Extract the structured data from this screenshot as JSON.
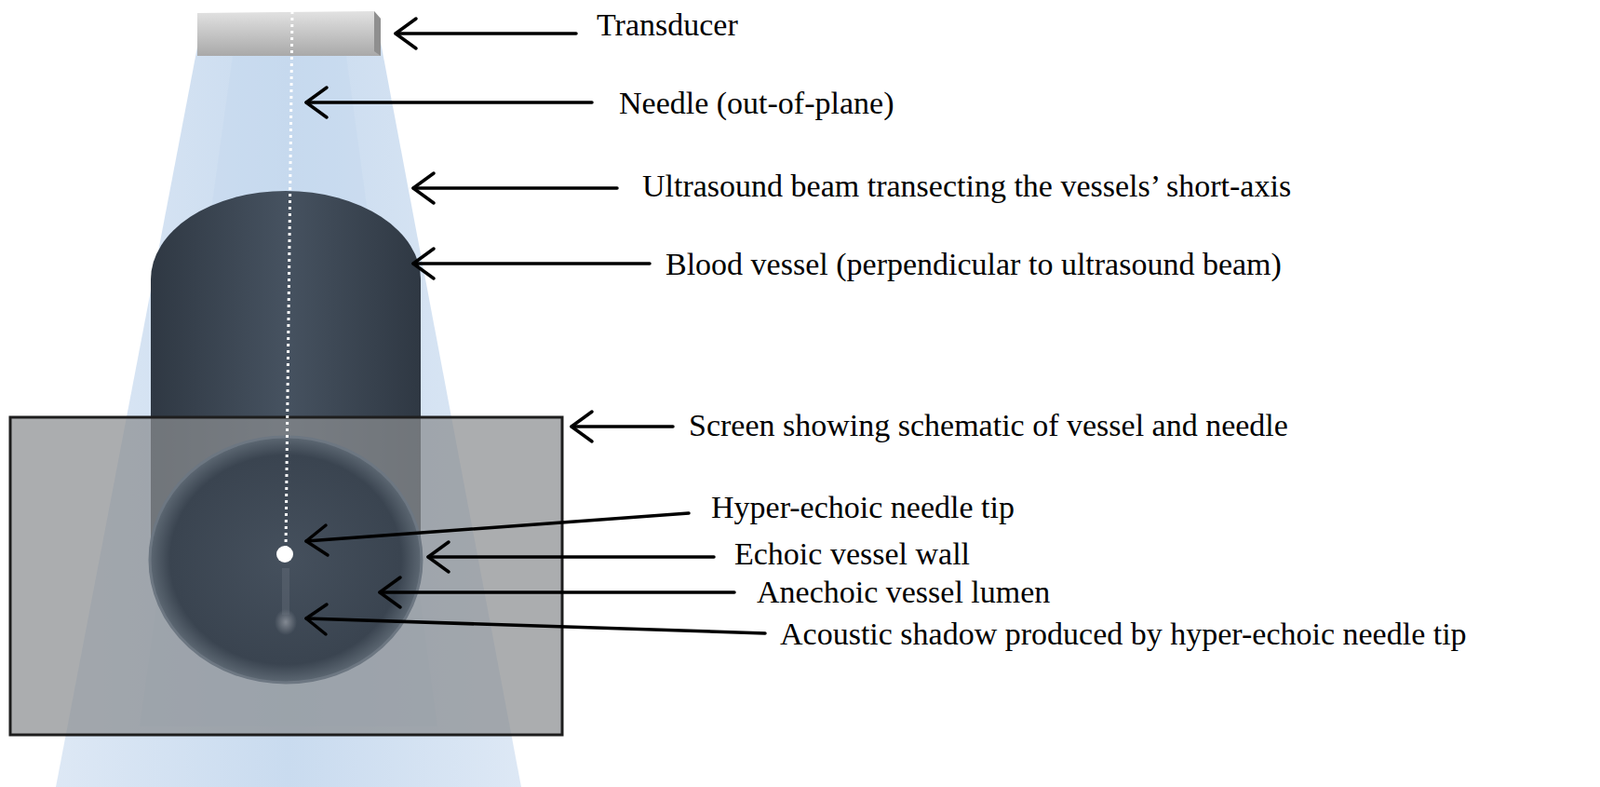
{
  "diagram": {
    "labels": [
      "Transducer",
      "Needle (out-of-plane)",
      "Ultrasound beam transecting the vessels’ short-axis",
      "Blood vessel (perpendicular to ultrasound beam)",
      "Screen showing schematic of vessel and needle",
      "Hyper-echoic needle tip",
      "Echoic vessel wall",
      "Anechoic vessel lumen",
      "Acoustic shadow produced by hyper-echoic needle tip"
    ]
  }
}
